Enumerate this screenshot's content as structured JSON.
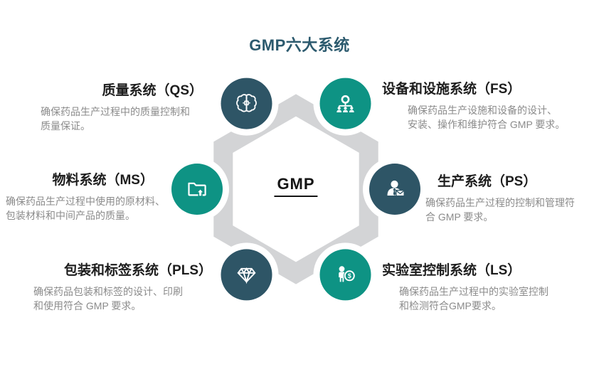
{
  "title": "GMP六大系统",
  "center_label": "GMP",
  "colors": {
    "teal": "#0E9384",
    "dark": "#2E5566",
    "band_gray": "#D3D4D6",
    "title_text": "#2C5A6E",
    "heading_text": "#1D1D1D",
    "body_text": "#8B8B8B",
    "background": "#FFFFFF"
  },
  "icons": {
    "dollar_sign": "$"
  },
  "systems": [
    {
      "id": "qs",
      "name": "质量系统（QS）",
      "desc_lines": [
        "确保药品生产过程中的质量控制和",
        "质量保证。"
      ],
      "icon": "brain-icon",
      "color": "#2E5566"
    },
    {
      "id": "fs",
      "name": "设备和设施系统（FS）",
      "desc_lines": [
        "确保药品生产设施和设备的设计、",
        "安装、操作和维护符合 GMP 要求。"
      ],
      "icon": "org-chart-icon",
      "color": "#0E9384"
    },
    {
      "id": "ms",
      "name": "物料系统（MS）",
      "desc_lines": [
        "确保药品生产过程中使用的原材料、",
        "包装材料和中间产品的质量。"
      ],
      "icon": "folder-upload-icon",
      "color": "#0E9384"
    },
    {
      "id": "ps",
      "name": "生产系统（PS）",
      "desc_lines": [
        "确保药品生产过程的控制和管理符",
        "合 GMP 要求。"
      ],
      "icon": "person-mail-icon",
      "color": "#2E5566"
    },
    {
      "id": "pls",
      "name": "包装和标签系统（PLS）",
      "desc_lines": [
        "确保药品包装和标签的设计、印刷",
        "和使用符合 GMP 要求。"
      ],
      "icon": "diamond-icon",
      "color": "#2E5566"
    },
    {
      "id": "ls",
      "name": "实验室控制系统（LS）",
      "desc_lines": [
        "确保药品生产过程中的实验室控制",
        "和检测符合GMP要求。"
      ],
      "icon": "person-dollar-icon",
      "color": "#0E9384"
    }
  ]
}
